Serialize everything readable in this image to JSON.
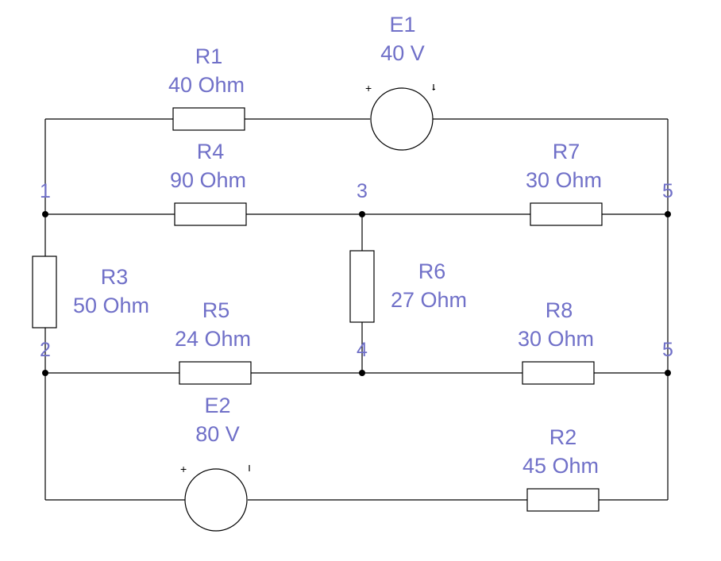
{
  "colors": {
    "label": "#7070c8",
    "line": "#000000"
  },
  "resistors": [
    {
      "id": "R1",
      "name": "R1",
      "value": "40  Ohm"
    },
    {
      "id": "R2",
      "name": "R2",
      "value": "45  Ohm"
    },
    {
      "id": "R3",
      "name": "R3",
      "value": "50  Ohm"
    },
    {
      "id": "R4",
      "name": "R4",
      "value": "90  Ohm"
    },
    {
      "id": "R5",
      "name": "R5",
      "value": "24  Ohm"
    },
    {
      "id": "R6",
      "name": "R6",
      "value": "27  Ohm"
    },
    {
      "id": "R7",
      "name": "R7",
      "value": "30  Ohm"
    },
    {
      "id": "R8",
      "name": "R8",
      "value": "30  Ohm"
    }
  ],
  "sources": [
    {
      "id": "E1",
      "name": "E1",
      "value": "40 V",
      "plus": "+",
      "minus": "-"
    },
    {
      "id": "E2",
      "name": "E2",
      "value": "80 V",
      "plus": "+",
      "minus": "-"
    }
  ],
  "nodes": {
    "n1": "1",
    "n2": "2",
    "n3": "3",
    "n4": "4",
    "n5_top": "5",
    "n5_mid": "5"
  }
}
